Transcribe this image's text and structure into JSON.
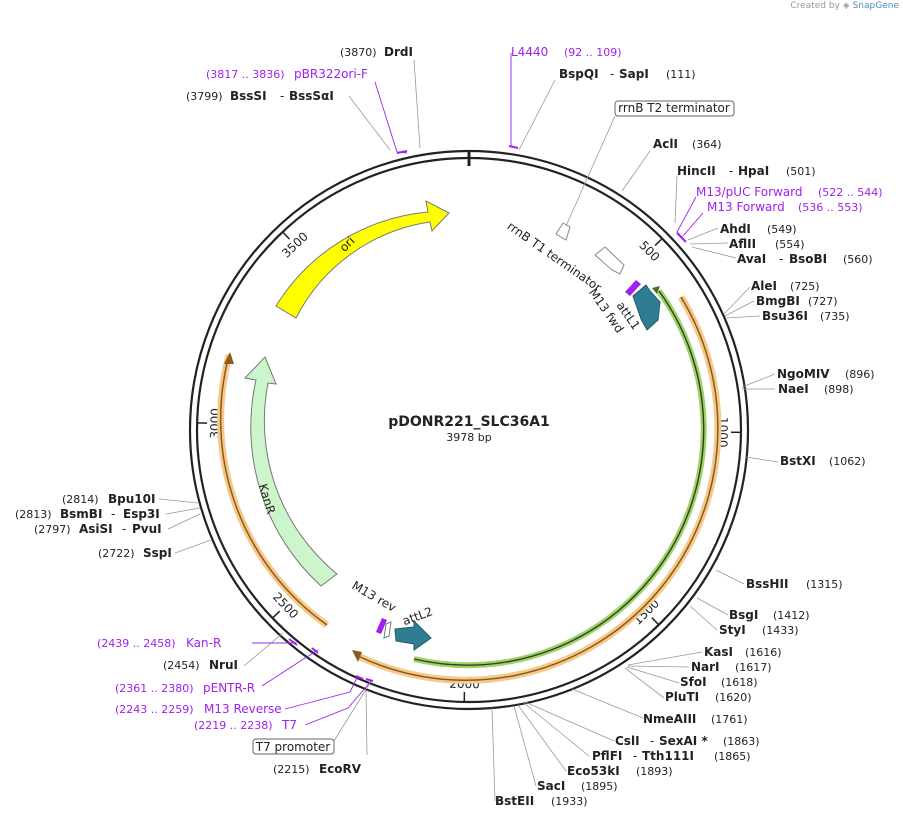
{
  "credit": {
    "prefix": "Created by",
    "brand": "SnapGene"
  },
  "plasmid": {
    "name": "pDONR221_SLC36A1",
    "size_label": "3978 bp",
    "length": 3978
  },
  "scale_labels": [
    "500",
    "1000",
    "1500",
    "2000",
    "2500",
    "3000",
    "3500"
  ],
  "features": [
    {
      "name": "ori"
    },
    {
      "name": "KanR"
    },
    {
      "name": "attL1"
    },
    {
      "name": "attL2"
    },
    {
      "name": "M13 fwd"
    },
    {
      "name": "M13 rev"
    },
    {
      "name": "rrnB T1 terminator"
    }
  ],
  "boxed_labels": [
    {
      "text": "rrnB T2 terminator"
    },
    {
      "text": "T7 promoter"
    }
  ],
  "sites": [
    {
      "pos": "(3870)",
      "name": "DrdI"
    },
    {
      "pos": "(3799)",
      "name": "BssSI",
      "name2": "BssSαI"
    },
    {
      "name": "BspQI",
      "name2": "SapI",
      "pos": "(111)"
    },
    {
      "name": "AclI",
      "pos": "(364)"
    },
    {
      "name": "HincII",
      "name2": "HpaI",
      "pos": "(501)"
    },
    {
      "name": "AhdI",
      "pos": "(549)"
    },
    {
      "name": "AflII",
      "pos": "(554)"
    },
    {
      "name": "AvaI",
      "name2": "BsoBI",
      "pos": "(560)"
    },
    {
      "name": "AleI",
      "pos": "(725)"
    },
    {
      "name": "BmgBI",
      "pos": "(727)"
    },
    {
      "name": "Bsu36I",
      "pos": "(735)"
    },
    {
      "name": "NgoMIV",
      "pos": "(896)"
    },
    {
      "name": "NaeI",
      "pos": "(898)"
    },
    {
      "name": "BstXI",
      "pos": "(1062)"
    },
    {
      "name": "BssHII",
      "pos": "(1315)"
    },
    {
      "name": "BsgI",
      "pos": "(1412)"
    },
    {
      "name": "StyI",
      "pos": "(1433)"
    },
    {
      "name": "KasI",
      "pos": "(1616)"
    },
    {
      "name": "NarI",
      "pos": "(1617)"
    },
    {
      "name": "SfoI",
      "pos": "(1618)"
    },
    {
      "name": "PluTI",
      "pos": "(1620)"
    },
    {
      "name": "NmeAIII",
      "pos": "(1761)"
    },
    {
      "name": "CslI",
      "name2": "SexAI *",
      "pos": "(1863)"
    },
    {
      "name": "PflFI",
      "name2": "Tth111I",
      "pos": "(1865)"
    },
    {
      "name": "Eco53kI",
      "pos": "(1893)"
    },
    {
      "name": "SacI",
      "pos": "(1895)"
    },
    {
      "name": "BstEII",
      "pos": "(1933)"
    },
    {
      "pos": "(2215)",
      "name": "EcoRV"
    },
    {
      "pos": "(2454)",
      "name": "NruI"
    },
    {
      "pos": "(2722)",
      "name": "SspI"
    },
    {
      "pos": "(2797)",
      "name": "AsiSI",
      "name2": "PvuI"
    },
    {
      "pos": "(2813)",
      "name": "BsmBI",
      "name2": "Esp3I"
    },
    {
      "pos": "(2814)",
      "name": "Bpu10I"
    }
  ],
  "primers": [
    {
      "name": "L4440",
      "range": "(92 .. 109)"
    },
    {
      "range": "(3817 .. 3836)",
      "name": "pBR322ori-F"
    },
    {
      "name": "M13/pUC Forward",
      "range": "(522 .. 544)"
    },
    {
      "name": "M13 Forward",
      "range": "(536 .. 553)"
    },
    {
      "range": "(2439 .. 2458)",
      "name": "Kan-R"
    },
    {
      "range": "(2361 .. 2380)",
      "name": "pENTR-R"
    },
    {
      "range": "(2243 .. 2259)",
      "name": "M13 Reverse"
    },
    {
      "range": "(2219 .. 2238)",
      "name": "T7"
    }
  ],
  "colors": {
    "backbone": "#222222",
    "ori": "#ffff00",
    "kanr": "#ccf5cc",
    "attl": "#2e7d93",
    "primer": "#a020f0",
    "orange_band": "#f6c98a",
    "green_band": "#9bd36b",
    "site_line": "#999999"
  }
}
